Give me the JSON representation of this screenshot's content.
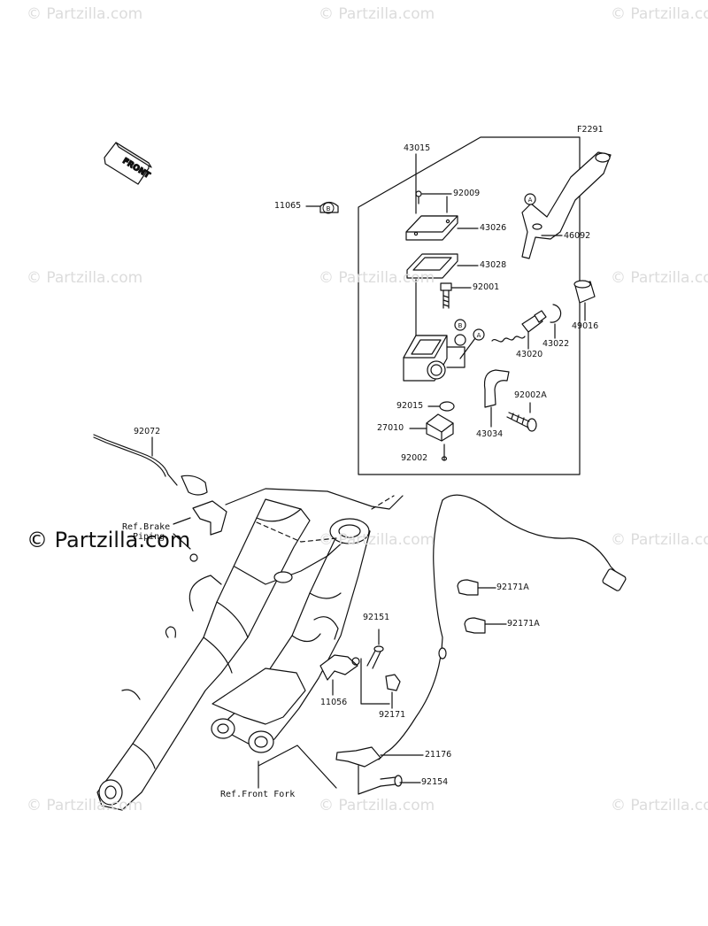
{
  "diagram_code": "F2291",
  "front_label": "FRONT",
  "watermark": {
    "small": "© Partzilla.com",
    "big": "© Partzilla.com"
  },
  "part_labels": {
    "p43015": "43015",
    "p11065": "11065",
    "p92009": "92009",
    "p43026": "43026",
    "p46092": "46092",
    "p43028": "43028",
    "p92001": "92001",
    "p49016": "49016",
    "p43022": "43022",
    "p43020": "43020",
    "p92002A": "92002A",
    "p92015": "92015",
    "p27010": "27010",
    "p43034": "43034",
    "p92002": "92002",
    "p92072": "92072",
    "p92171A_1": "92171A",
    "p92171A_2": "92171A",
    "p92151": "92151",
    "p11056": "11056",
    "p92171": "92171",
    "p21176": "21176",
    "p92154": "92154"
  },
  "callouts": {
    "A": "A",
    "B": "B"
  },
  "references": {
    "brake_piping_line1": "Ref.Brake",
    "brake_piping_line2": "Piping",
    "front_fork": "Ref.Front Fork"
  }
}
